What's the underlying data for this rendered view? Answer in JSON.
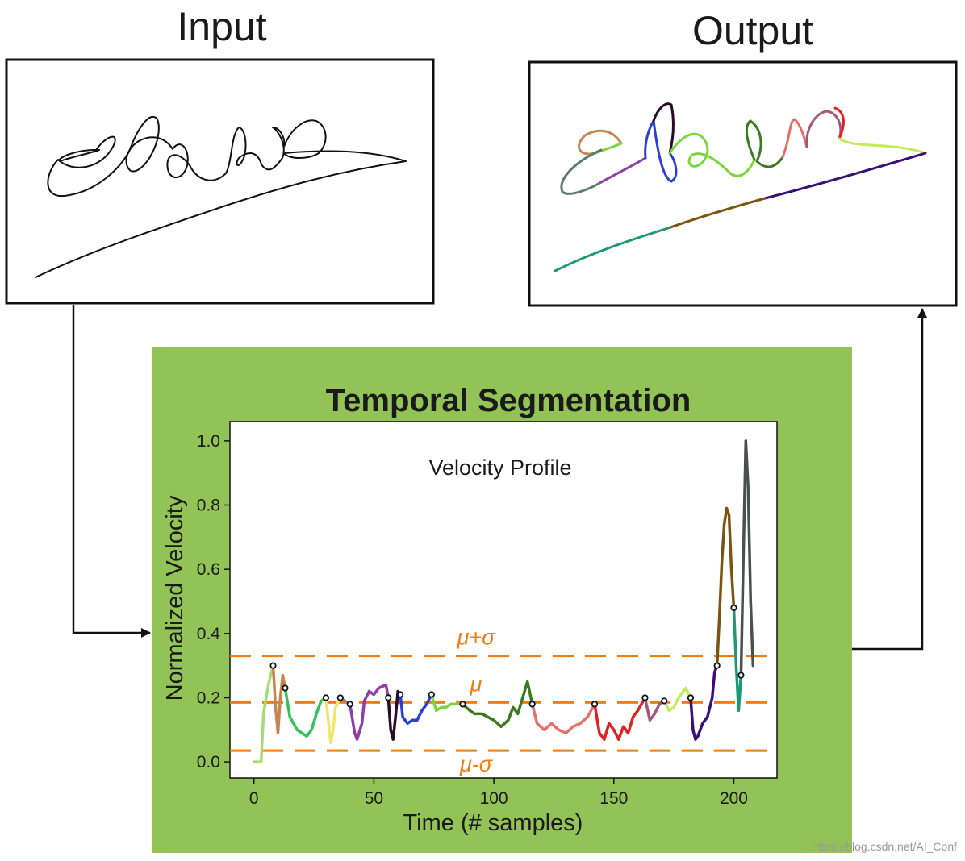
{
  "input_panel": {
    "title": "Input"
  },
  "output_panel": {
    "title": "Output"
  },
  "segmentation": {
    "title": "Temporal Segmentation"
  },
  "watermark": "https://blog.csdn.net/AI_Conf",
  "colors": {
    "panel_background": "#93c356",
    "threshold_line": "#f07d14",
    "ink": "#111111"
  },
  "chart_data": {
    "type": "line",
    "title": "Velocity Profile",
    "xlabel": "Time (# samples)",
    "ylabel": "Normalized Velocity",
    "xlim": [
      -10,
      218
    ],
    "ylim": [
      -0.05,
      1.06
    ],
    "xticks": [
      0,
      50,
      100,
      150,
      200
    ],
    "yticks": [
      0.0,
      0.2,
      0.4,
      0.6,
      0.8,
      1.0
    ],
    "x_tick_labels": [
      "0",
      "50",
      "100",
      "150",
      "200"
    ],
    "y_tick_labels": [
      "0.0",
      "0.2",
      "0.4",
      "0.6",
      "0.8",
      "1.0"
    ],
    "thresholds": [
      {
        "label": "μ+σ",
        "value": 0.33
      },
      {
        "label": "μ",
        "value": 0.185
      },
      {
        "label": "μ-σ",
        "value": 0.035
      }
    ],
    "series": [
      {
        "color": "#a6dd6e",
        "points": [
          [
            0,
            0.0
          ],
          [
            3,
            0.0
          ],
          [
            4,
            0.15
          ],
          [
            6,
            0.24
          ],
          [
            8,
            0.3
          ]
        ]
      },
      {
        "color": "#c4864e",
        "points": [
          [
            8,
            0.3
          ],
          [
            9,
            0.17
          ],
          [
            10,
            0.09
          ],
          [
            11,
            0.2
          ],
          [
            12,
            0.27
          ],
          [
            13,
            0.23
          ]
        ]
      },
      {
        "color": "#33c15a",
        "points": [
          [
            13,
            0.23
          ],
          [
            15,
            0.14
          ],
          [
            18,
            0.1
          ],
          [
            20,
            0.09
          ],
          [
            22,
            0.08
          ],
          [
            24,
            0.1
          ],
          [
            26,
            0.15
          ],
          [
            28,
            0.19
          ],
          [
            30,
            0.2
          ]
        ]
      },
      {
        "color": "#f0e56a",
        "points": [
          [
            30,
            0.2
          ],
          [
            31,
            0.13
          ],
          [
            32,
            0.06
          ],
          [
            33,
            0.1
          ],
          [
            34,
            0.17
          ],
          [
            36,
            0.2
          ]
        ]
      },
      {
        "color": "#8a8a8a",
        "points": [
          [
            36,
            0.2
          ],
          [
            38,
            0.19
          ],
          [
            40,
            0.18
          ]
        ]
      },
      {
        "color": "#8e3ea8",
        "points": [
          [
            40,
            0.18
          ],
          [
            42,
            0.09
          ],
          [
            43,
            0.07
          ],
          [
            45,
            0.12
          ],
          [
            46,
            0.19
          ],
          [
            48,
            0.22
          ],
          [
            50,
            0.21
          ],
          [
            52,
            0.23
          ],
          [
            55,
            0.24
          ],
          [
            56,
            0.2
          ]
        ]
      },
      {
        "color": "#2a0a2a",
        "points": [
          [
            56,
            0.2
          ],
          [
            57,
            0.1
          ],
          [
            58,
            0.07
          ],
          [
            59,
            0.14
          ],
          [
            60,
            0.22
          ],
          [
            61,
            0.21
          ]
        ]
      },
      {
        "color": "#2a3fd8",
        "points": [
          [
            61,
            0.21
          ],
          [
            62,
            0.14
          ],
          [
            64,
            0.12
          ],
          [
            66,
            0.13
          ],
          [
            68,
            0.13
          ],
          [
            70,
            0.16
          ],
          [
            72,
            0.18
          ],
          [
            74,
            0.21
          ]
        ]
      },
      {
        "color": "#7ed43e",
        "points": [
          [
            74,
            0.21
          ],
          [
            76,
            0.16
          ],
          [
            78,
            0.17
          ],
          [
            80,
            0.17
          ],
          [
            82,
            0.18
          ],
          [
            85,
            0.18
          ],
          [
            87,
            0.18
          ]
        ]
      },
      {
        "color": "#3c7a20",
        "points": [
          [
            87,
            0.18
          ],
          [
            90,
            0.16
          ],
          [
            92,
            0.15
          ],
          [
            95,
            0.15
          ],
          [
            100,
            0.13
          ],
          [
            103,
            0.11
          ],
          [
            106,
            0.13
          ],
          [
            108,
            0.17
          ],
          [
            110,
            0.15
          ],
          [
            112,
            0.2
          ],
          [
            114,
            0.25
          ],
          [
            116,
            0.18
          ]
        ]
      },
      {
        "color": "#e4706a",
        "points": [
          [
            116,
            0.18
          ],
          [
            118,
            0.12
          ],
          [
            121,
            0.1
          ],
          [
            124,
            0.12
          ],
          [
            127,
            0.1
          ],
          [
            130,
            0.09
          ],
          [
            133,
            0.11
          ],
          [
            136,
            0.12
          ],
          [
            139,
            0.14
          ],
          [
            142,
            0.18
          ]
        ]
      },
      {
        "color": "#e12020",
        "points": [
          [
            142,
            0.18
          ],
          [
            144,
            0.09
          ],
          [
            146,
            0.07
          ],
          [
            148,
            0.12
          ],
          [
            150,
            0.1
          ],
          [
            152,
            0.07
          ],
          [
            154,
            0.11
          ],
          [
            156,
            0.09
          ],
          [
            158,
            0.14
          ],
          [
            160,
            0.16
          ],
          [
            163,
            0.2
          ]
        ]
      },
      {
        "color": "#a2567a",
        "points": [
          [
            163,
            0.2
          ],
          [
            165,
            0.13
          ],
          [
            167,
            0.15
          ],
          [
            169,
            0.18
          ],
          [
            171,
            0.19
          ]
        ]
      },
      {
        "color": "#bfee5a",
        "points": [
          [
            171,
            0.19
          ],
          [
            173,
            0.16
          ],
          [
            175,
            0.17
          ],
          [
            177,
            0.2
          ],
          [
            179,
            0.22
          ],
          [
            180,
            0.23
          ],
          [
            182,
            0.2
          ]
        ]
      },
      {
        "color": "#3a0f78",
        "points": [
          [
            182,
            0.2
          ],
          [
            183,
            0.1
          ],
          [
            184,
            0.07
          ],
          [
            185,
            0.08
          ],
          [
            187,
            0.12
          ],
          [
            189,
            0.14
          ],
          [
            191,
            0.2
          ],
          [
            192,
            0.28
          ],
          [
            193,
            0.3
          ]
        ]
      },
      {
        "color": "#7a5410",
        "points": [
          [
            193,
            0.3
          ],
          [
            194,
            0.45
          ],
          [
            195,
            0.62
          ],
          [
            196,
            0.74
          ],
          [
            197,
            0.79
          ],
          [
            198,
            0.77
          ],
          [
            199,
            0.6
          ],
          [
            200,
            0.48
          ]
        ]
      },
      {
        "color": "#1c9a78",
        "points": [
          [
            200,
            0.48
          ],
          [
            201,
            0.3
          ],
          [
            202,
            0.16
          ],
          [
            203,
            0.27
          ]
        ]
      },
      {
        "color": "#4a4f4f",
        "points": [
          [
            203,
            0.27
          ],
          [
            204,
            0.65
          ],
          [
            205,
            1.0
          ],
          [
            206,
            0.85
          ],
          [
            207,
            0.5
          ],
          [
            208,
            0.3
          ]
        ]
      }
    ],
    "breakpoints": [
      [
        8,
        0.3
      ],
      [
        13,
        0.23
      ],
      [
        30,
        0.2
      ],
      [
        36,
        0.2
      ],
      [
        40,
        0.18
      ],
      [
        56,
        0.2
      ],
      [
        61,
        0.21
      ],
      [
        74,
        0.21
      ],
      [
        87,
        0.18
      ],
      [
        116,
        0.18
      ],
      [
        142,
        0.18
      ],
      [
        163,
        0.2
      ],
      [
        171,
        0.19
      ],
      [
        182,
        0.2
      ],
      [
        193,
        0.3
      ],
      [
        200,
        0.48
      ],
      [
        203,
        0.27
      ]
    ]
  }
}
